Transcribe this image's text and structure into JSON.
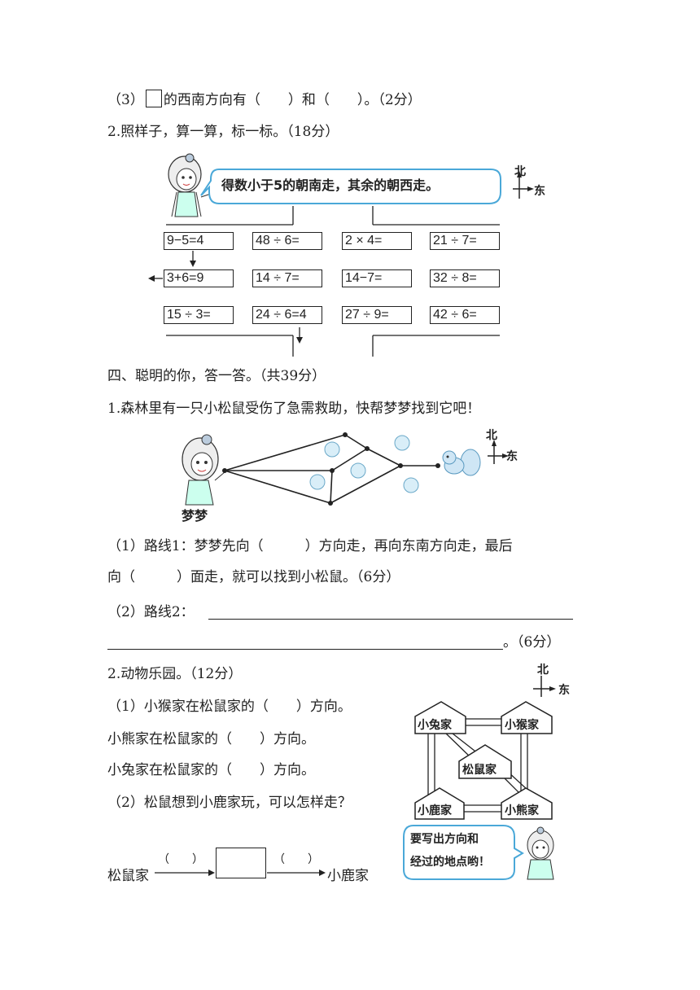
{
  "q3": {
    "prefix": "（3）",
    "suffix": "的西南方向有（　　）和（　　）。（2分）"
  },
  "q2": {
    "title": "2.照样子，算一算，标一标。（18分）",
    "bubble": "得数小于5的朝南走，其余的朝西走。",
    "compass": {
      "n": "北",
      "e": "东"
    },
    "equations": [
      [
        "9−5=4",
        "48 ÷ 6=",
        "2 × 4=",
        "21 ÷ 7="
      ],
      [
        "3+6=9",
        "14 ÷ 7=",
        "14−7=",
        "32 ÷ 8="
      ],
      [
        "15 ÷ 3=",
        "24 ÷ 6=4",
        "27 ÷ 9=",
        "42 ÷ 6="
      ]
    ]
  },
  "section4": {
    "title": "四、聪明的你，答一答。（共39分）"
  },
  "p1": {
    "title": "1.森林里有一只小松鼠受伤了急需救助，快帮梦梦找到它吧！",
    "girl_label": "梦梦",
    "compass": {
      "n": "北",
      "e": "东"
    },
    "route1_line1": "（1）路线1：梦梦先向（　　　）方向走，再向东南方向走，最后",
    "route1_line2": "向（　　　）面走，就可以找到小松鼠。（6分）",
    "route2_label": "（2）路线2：",
    "route2_end": "。（6分）"
  },
  "p2": {
    "title": "2.动物乐园。（12分）",
    "compass": {
      "n": "北",
      "e": "东"
    },
    "line1": "（1）小猴家在松鼠家的（　　）方向。",
    "line2": "小熊家在松鼠家的（　　）方向。",
    "line3": "小兔家在松鼠家的（　　）方向。",
    "line4": "（2）松鼠想到小鹿家玩，可以怎样走？",
    "houses": {
      "rabbit": "小兔家",
      "monkey": "小猴家",
      "squirrel": "松鼠家",
      "deer": "小鹿家",
      "bear": "小熊家"
    },
    "bubble_l1": "要写出方向和",
    "bubble_l2": "经过的地点哟！",
    "path_start": "松鼠家",
    "path_end": "小鹿家",
    "paren": "（　　）"
  }
}
